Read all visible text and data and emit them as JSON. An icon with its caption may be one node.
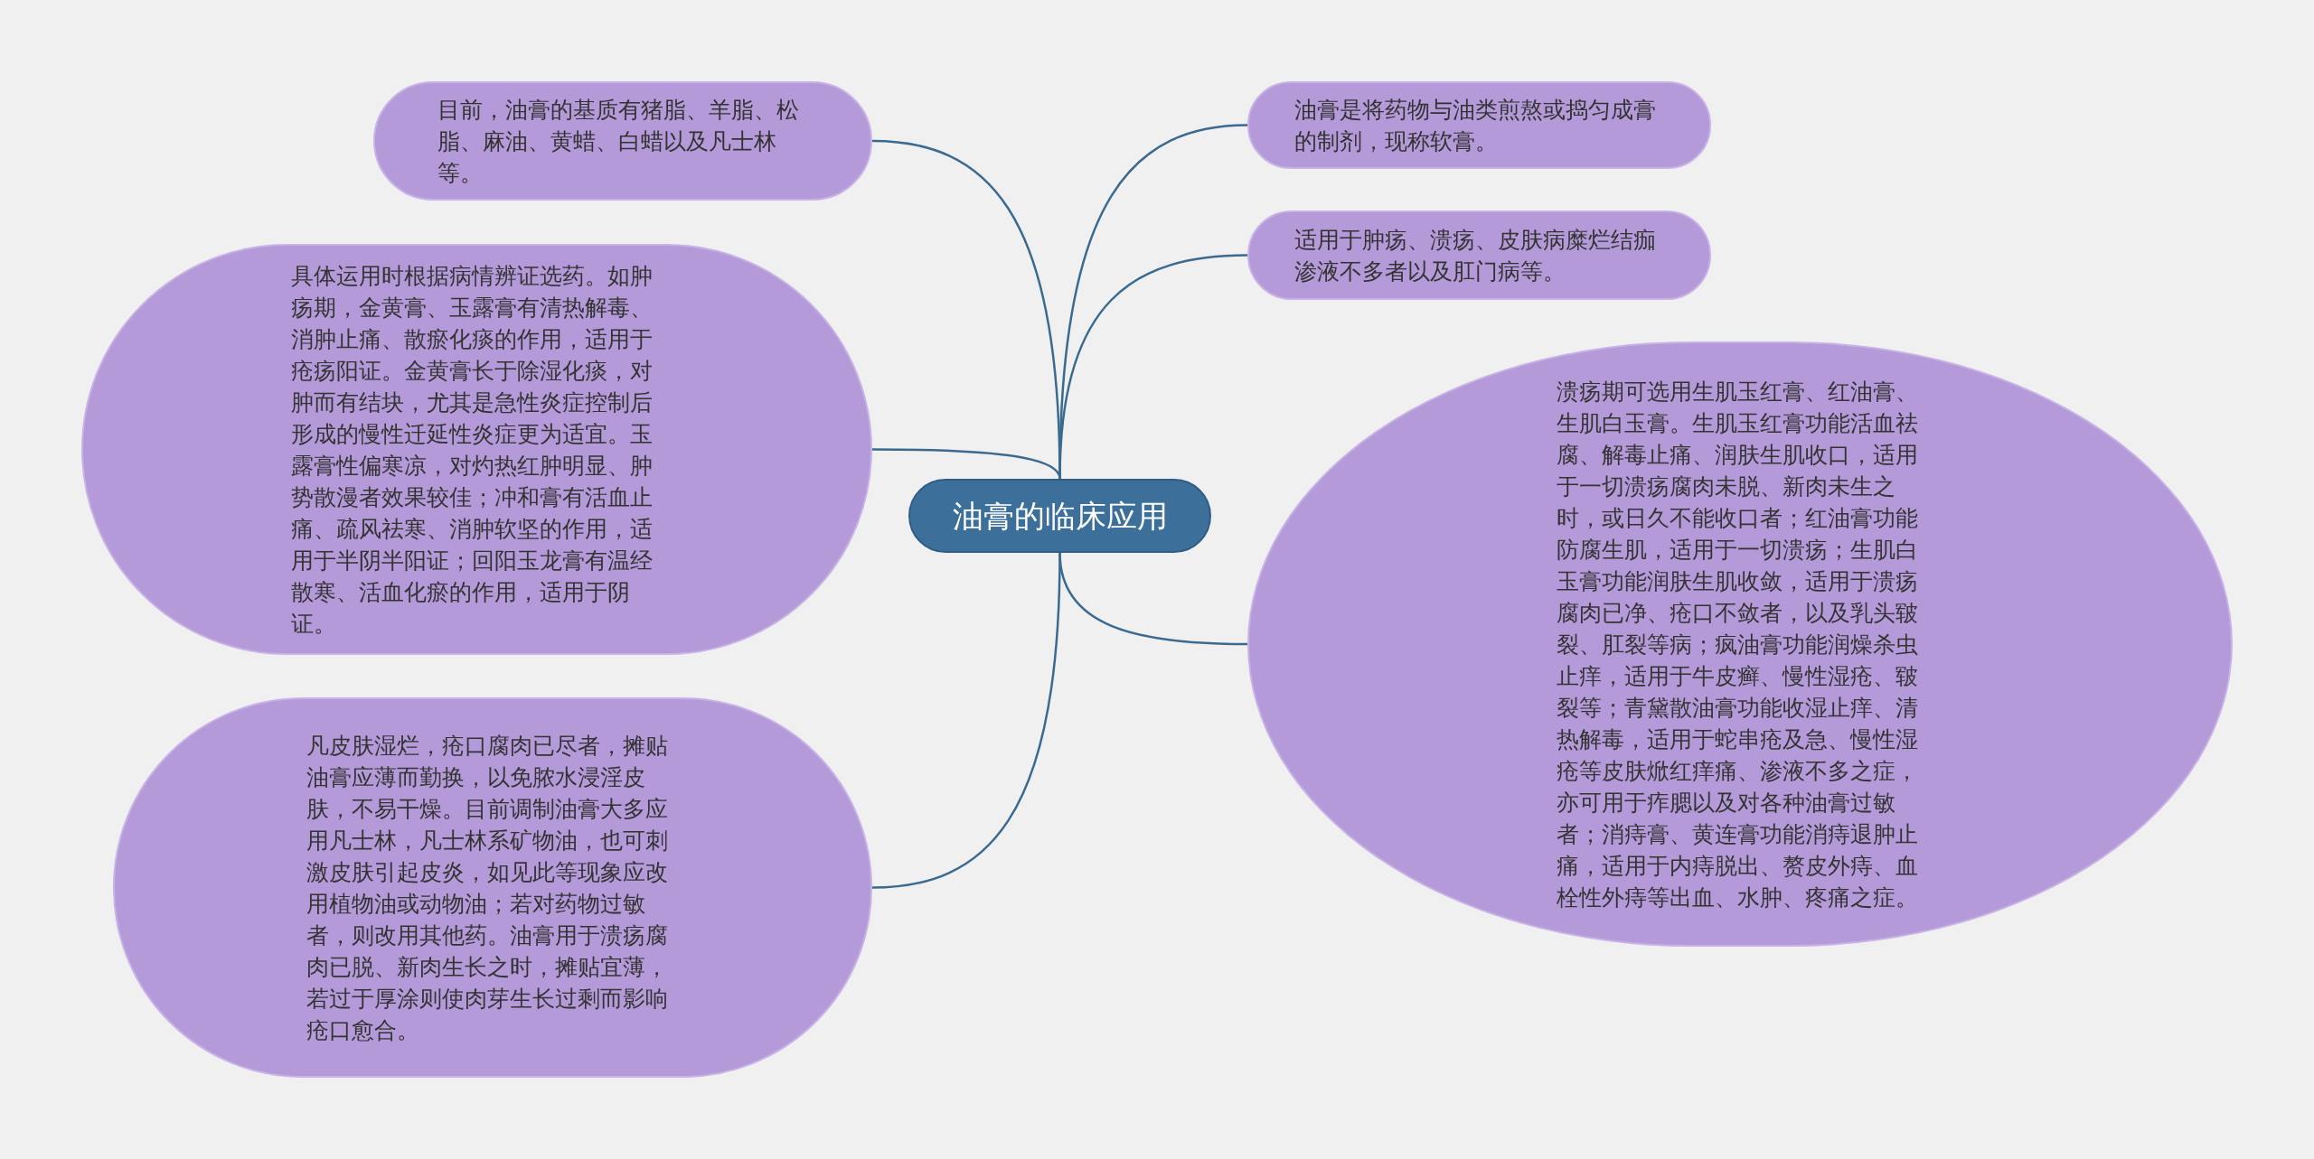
{
  "diagram": {
    "nodes": [
      {
        "text": [
          "油膏的临床应用"
        ]
      },
      {
        "text": [
          "目前，油膏的基质有猪脂、羊脂、松脂、麻油、黄蜡、白蜡以及凡士林等。"
        ]
      },
      {
        "text": [
          "油膏是将药物与油类煎熬或捣匀成膏的制剂，现称软膏。"
        ]
      },
      {
        "text": [
          "适用于肿疡、溃疡、皮肤病糜烂结痂渗液不多者以及肛门病等。"
        ]
      },
      {
        "text": [
          "具体运用时根据病情辨证选药。如肿疡期，金黄膏、玉露膏有清热解毒、消肿止痛、散瘀化痰的作用，适用于疮疡阳证。金黄膏长于除湿化痰，对肿而有结块，尤其是急性炎症控制后形成的慢性迁延性炎症更为适宜。玉露膏性偏寒凉，对灼热红肿明显、肿势散漫者效果较佳；冲和膏有活血止痛、疏风祛寒、消肿软坚的作用，适用于半阴半阳证；回阳玉龙膏有温经散寒、活血化瘀的作用，适用于阴证。"
        ]
      },
      {
        "text": [
          "溃疡期可选用生肌玉红膏、红油膏、生肌白玉膏。生肌玉红膏功能活血祛腐、解毒止痛、润肤生肌收口，适用于一切溃疡腐肉未脱、新肉未生之时，或日久不能收口者；红油膏功能防腐生肌，适用于一切溃疡；生肌白玉膏功能润肤生肌收敛，适用于溃疡腐肉已净、疮口不敛者，以及乳头皲裂、肛裂等病；疯油膏功能润燥杀虫止痒，适用于牛皮癣、慢性湿疮、皲裂等；青黛散油膏功能收湿止痒、清热解毒，适用于蛇串疮及急、慢性湿疮等皮肤焮红痒痛、渗液不多之症，亦可用于痄腮以及对各种油膏过敏者；消痔膏、黄连膏功能消痔退肿止痛，适用于内痔脱出、赘皮外痔、血栓性外痔等出血、水肿、疼痛之症。"
        ]
      },
      {
        "text": [
          "凡皮肤湿烂，疮口腐肉已尽者，摊贴油膏应薄而勤换，以免脓水浸淫皮肤，不易干燥。目前调制油膏大多应用凡士林，凡士林系矿物油，也可刺激皮肤引起皮炎，如见此等现象应改用植物油或动物油；若对药物过敏者，则改用其他药。油膏用于溃疡腐肉已脱、新肉生长之时，摊贴宜薄，若过于厚涂则使肉芽生长过剩而影响疮口愈合。"
        ]
      }
    ],
    "edges": [
      {
        "from": 0,
        "to": 1,
        "arrow": "none"
      },
      {
        "from": 0,
        "to": 2,
        "arrow": "none"
      },
      {
        "from": 0,
        "to": 3,
        "arrow": "none"
      },
      {
        "from": 0,
        "to": 4,
        "arrow": "none"
      },
      {
        "from": 0,
        "to": 5,
        "arrow": "none"
      },
      {
        "from": 0,
        "to": 6,
        "arrow": "none"
      }
    ]
  }
}
